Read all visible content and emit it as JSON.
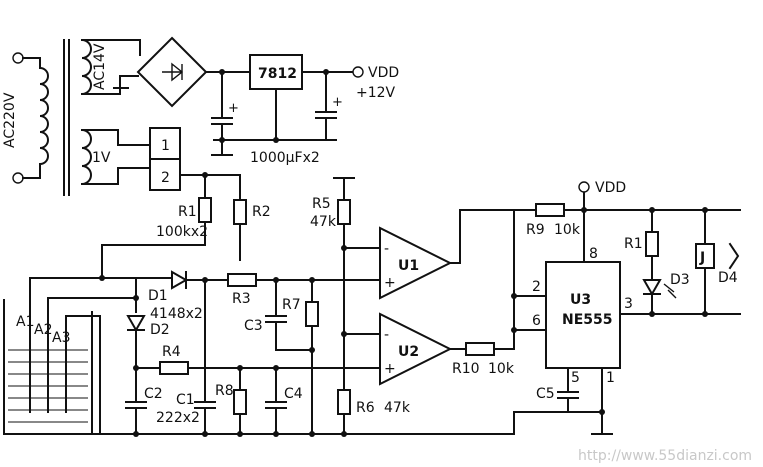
{
  "labels": {
    "ac220": "AC220V",
    "ac14": "AC14V",
    "v1": "1V",
    "reg": "7812",
    "vdd_top": "VDD",
    "v12": "+12V",
    "cap_main": "1000μFx2",
    "t_pin1": "1",
    "t_pin2": "2",
    "r1": "R1",
    "r1_val": "100kx2",
    "r2": "R2",
    "r5": "R5",
    "r5_val": "47k",
    "r9": "R9",
    "r9_val": "10k",
    "vdd_mid": "VDD",
    "pin8": "8",
    "r1b": "R1",
    "d4": "D4",
    "d3": "D3",
    "j": "J",
    "u1": "U1",
    "u2": "U2",
    "u3": "U3",
    "ne555": "NE555",
    "pin2": "2",
    "pin6": "6",
    "pin3": "3",
    "pin5": "5",
    "pin1": "1",
    "d1": "D1",
    "d1_val": "4148x2",
    "d2": "D2",
    "r3": "R3",
    "r7": "R7",
    "c3": "C3",
    "r4": "R4",
    "c2": "C2",
    "c1": "C1",
    "c1_val": "222x2",
    "r8": "R8",
    "c4": "C4",
    "r6": "R6",
    "r6_val": "47k",
    "r10": "R10",
    "r10_val": "10k",
    "c5": "C5",
    "a1": "A1",
    "a2": "A2",
    "a3": "A3",
    "minus": "-",
    "plus": "+",
    "watermark": "http://www.55dianzi.com"
  }
}
